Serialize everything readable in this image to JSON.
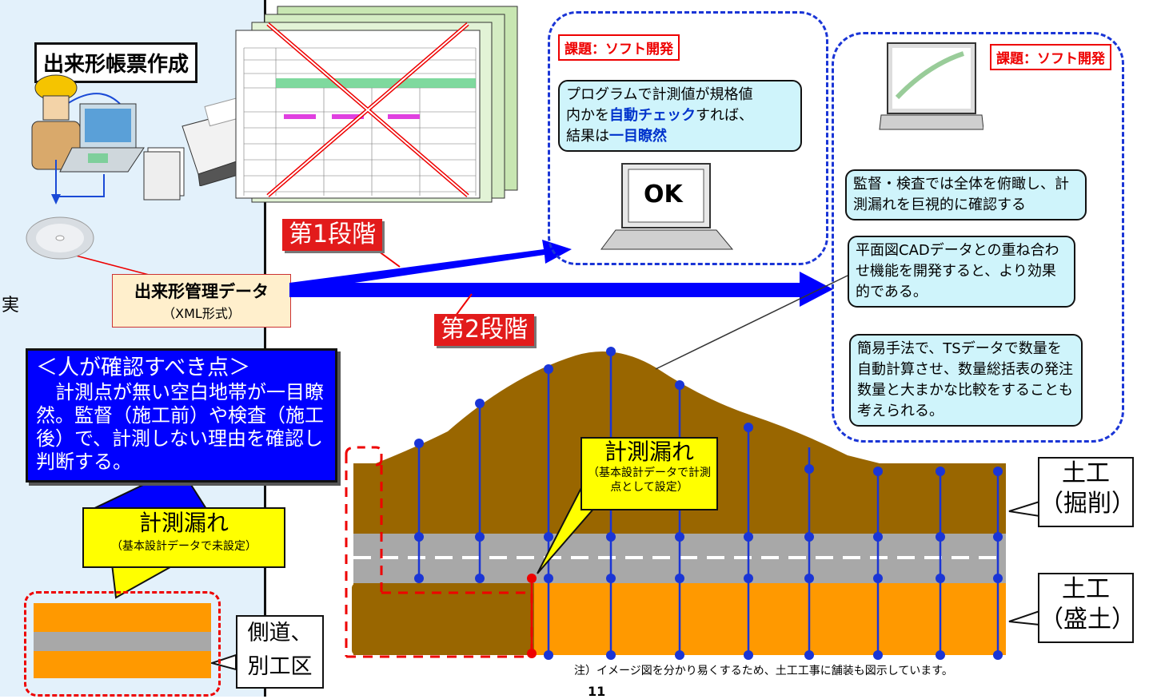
{
  "left": {
    "title": "出来形帳票作成",
    "data_label": "出来形管理データ",
    "data_format": "（XML形式）",
    "side_char": "実"
  },
  "stages": {
    "stage1": "第1段階",
    "stage2": "第2段階"
  },
  "panel_ok": {
    "task": "課題：ソフト開発",
    "text_a": "プログラムで計測値が規格値",
    "text_b": "内かを",
    "text_c": "自動チェック",
    "text_d": "すれば、",
    "text_e": "結果は",
    "text_f": "一目瞭然",
    "screen": "OK"
  },
  "panel_right": {
    "task": "課題：ソフト開発",
    "bubble1": "監督・検査では全体を俯瞰し、計測漏れを巨視的に確認する",
    "bubble2": "平面図CADデータとの重ね合わせ機能を開発すると、より効果的である。",
    "bubble3": "簡易手法で、TSデータで数量を自動計算させ、数量総括表の発注数量と大まかな比較をすることも考えられる。"
  },
  "callout": {
    "heading": "＜人が確認すべき点＞",
    "body": "　計測点が無い空白地帯が一目瞭然。監督（施工前）や検査（施工後）で、計測しない理由を確認し判断する。"
  },
  "missing_left": {
    "title": "計測漏れ",
    "sub": "（基本設計データで未設定）"
  },
  "missing_center": {
    "title": "計測漏れ",
    "sub": "（基本設計データで計測点として設定）"
  },
  "layers": {
    "excavation": "土工（掘削）",
    "embankment": "土工（盛土）",
    "side_road": "側道、別工区"
  },
  "note": "注）イメージ図を分かり易くするため、土工工事に舗装も図示しています。",
  "page_number": "11",
  "colors": {
    "soil": "#996600",
    "fill": "#ff9900",
    "pavement": "#aaaaaa",
    "arrow": "#0000ff",
    "red_dash": "#e00000",
    "callout_bg": "#0000ff"
  }
}
